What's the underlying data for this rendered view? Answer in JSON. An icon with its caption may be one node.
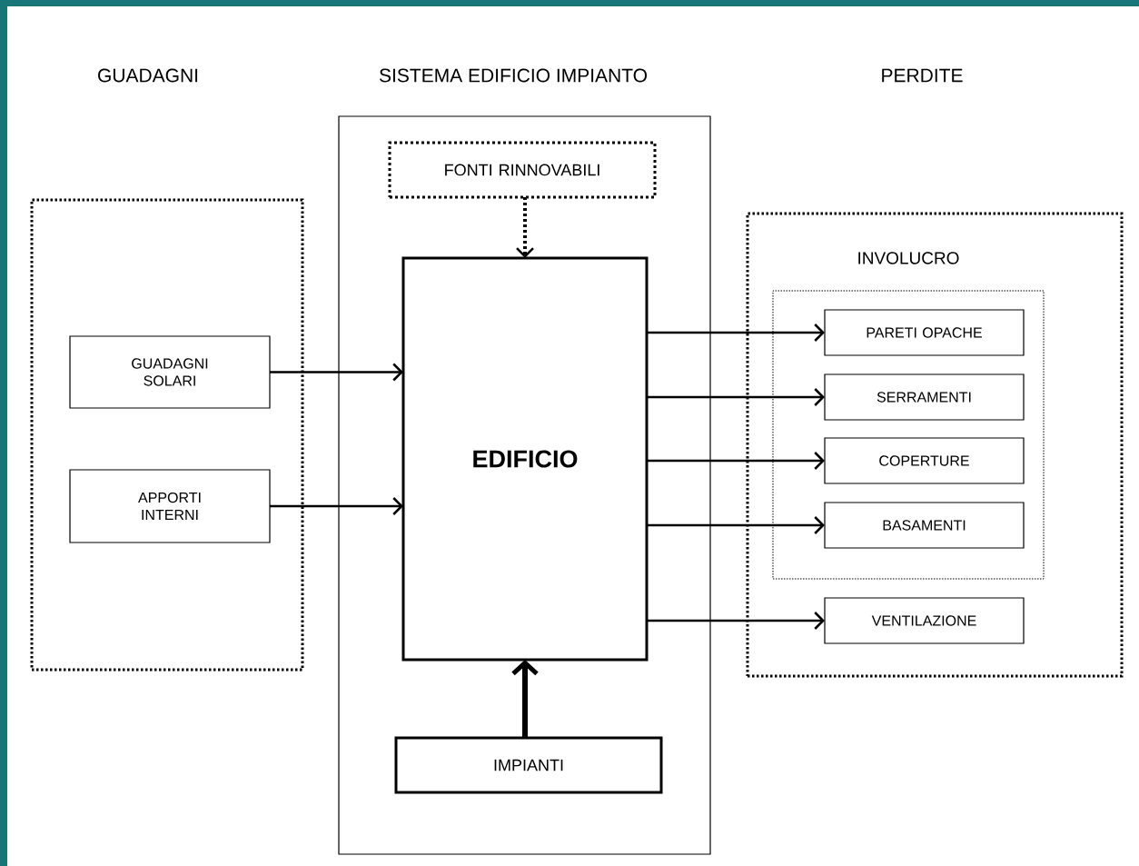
{
  "diagram": {
    "nodes": [
      {
        "text": [],
        "shape": "box"
      },
      {
        "text": [
          "GUADAGNI SOLARI"
        ],
        "in": 0
      },
      {
        "text": [
          "APPORTI INTERNI"
        ],
        "in": 0
      },
      {
        "text": [],
        "shape": "box"
      },
      {
        "text": [
          "FONTI RINNOVABILI"
        ],
        "in": 3
      },
      {
        "text": [
          "EDIFICIO"
        ],
        "in": 3
      },
      {
        "text": [
          "IMPIANTI"
        ],
        "in": 3
      },
      {
        "text": [],
        "shape": "box"
      },
      {
        "text": [
          "INVOLUCRO"
        ],
        "in": 7
      },
      {
        "text": [
          "PARETI OPACHE"
        ],
        "in": 8
      },
      {
        "text": [
          "SERRAMENTI"
        ],
        "in": 8
      },
      {
        "text": [
          "COPERTURE"
        ],
        "in": 8
      },
      {
        "text": [
          "BASAMENTI"
        ],
        "in": 8
      },
      {
        "text": [
          "VENTILAZIONE"
        ],
        "in": 7
      }
    ],
    "edges": [
      {
        "from": 1,
        "to": 5,
        "arrow": "to"
      },
      {
        "from": 2,
        "to": 5,
        "arrow": "to"
      },
      {
        "from": 4,
        "to": 5,
        "arrow": "to",
        "style": "dashed"
      },
      {
        "from": 6,
        "to": 5,
        "arrow": "to",
        "style": "thick"
      },
      {
        "from": 5,
        "to": 9,
        "arrow": "to"
      },
      {
        "from": 5,
        "to": 10,
        "arrow": "to"
      },
      {
        "from": 5,
        "to": 11,
        "arrow": "to"
      },
      {
        "from": 5,
        "to": 12,
        "arrow": "to"
      },
      {
        "from": 5,
        "to": 13,
        "arrow": "to"
      }
    ],
    "labels": [
      "GUADAGNI",
      "SISTEMA EDIFICIO IMPIANTO",
      "PERDITE"
    ]
  }
}
